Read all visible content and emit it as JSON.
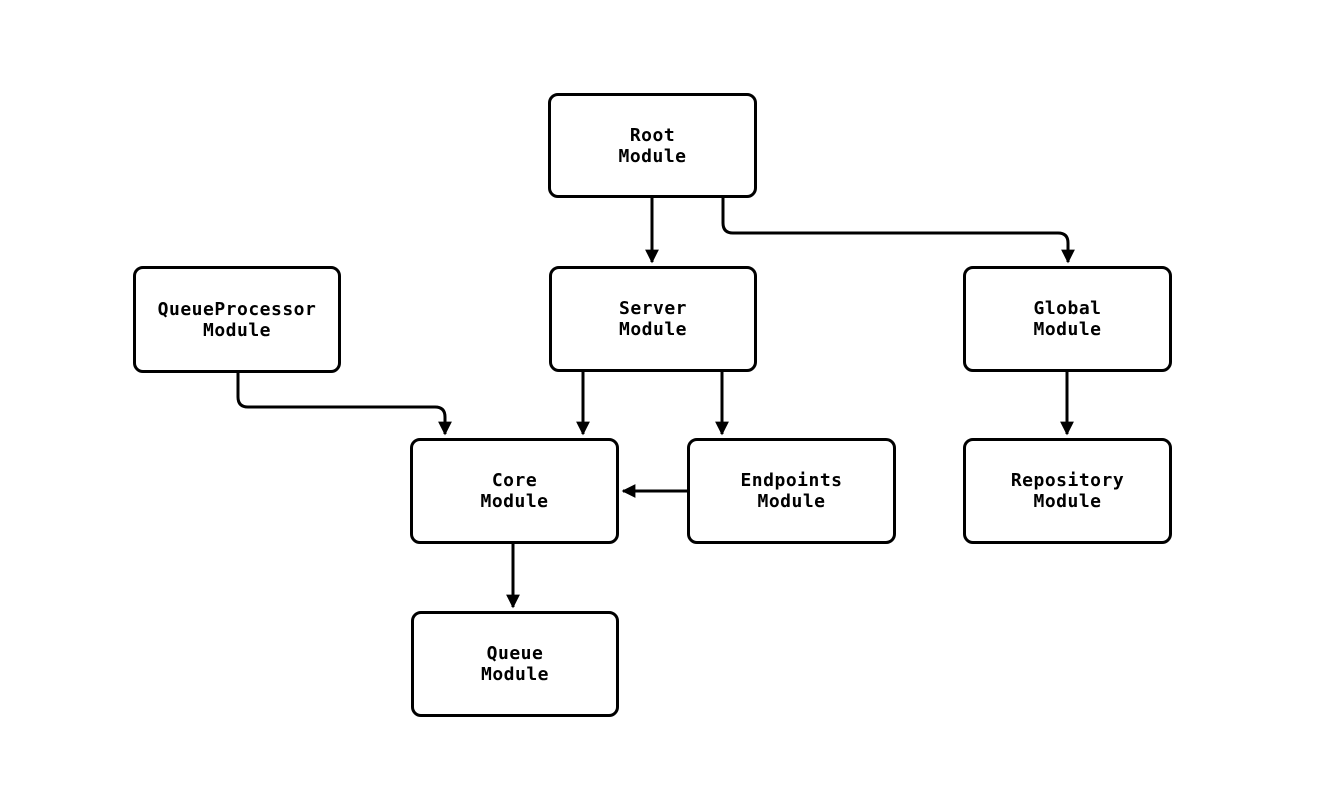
{
  "colors": {
    "background": "#ffffff",
    "node_fill": "#ffffff",
    "node_border": "#000000",
    "edge": "#000000",
    "text": "#000000"
  },
  "nodes": {
    "root": {
      "line1": "Root",
      "line2": "Module"
    },
    "queue_processor": {
      "line1": "QueueProcessor",
      "line2": "Module"
    },
    "server": {
      "line1": "Server",
      "line2": "Module"
    },
    "global": {
      "line1": "Global",
      "line2": "Module"
    },
    "core": {
      "line1": "Core",
      "line2": "Module"
    },
    "endpoints": {
      "line1": "Endpoints",
      "line2": "Module"
    },
    "repository": {
      "line1": "Repository",
      "line2": "Module"
    },
    "queue": {
      "line1": "Queue",
      "line2": "Module"
    }
  },
  "edges": [
    {
      "from": "root",
      "to": "server"
    },
    {
      "from": "root",
      "to": "global"
    },
    {
      "from": "queue_processor",
      "to": "core"
    },
    {
      "from": "server",
      "to": "core"
    },
    {
      "from": "server",
      "to": "endpoints"
    },
    {
      "from": "endpoints",
      "to": "core"
    },
    {
      "from": "global",
      "to": "repository"
    },
    {
      "from": "core",
      "to": "queue"
    }
  ]
}
